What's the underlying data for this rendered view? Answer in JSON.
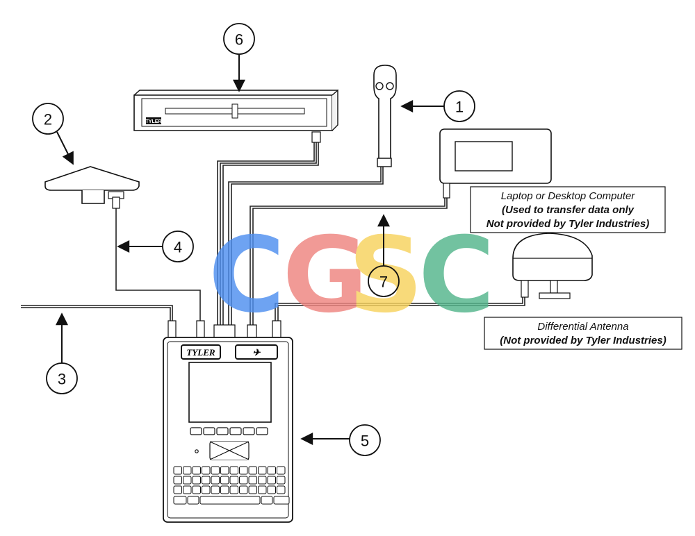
{
  "callouts": {
    "c1": "1",
    "c2": "2",
    "c3": "3",
    "c4": "4",
    "c5": "5",
    "c6": "6",
    "c7": "7"
  },
  "labels": {
    "computer": {
      "line1": "Laptop or Desktop Computer",
      "line2": "(Used to transfer data only",
      "line3": "Not provided by Tyler Industries)"
    },
    "antenna": {
      "line1": "Differential Antenna",
      "line2": "(Not provided by Tyler Industries)"
    }
  },
  "console": {
    "brand_left": "TYLER",
    "brand_right": "✈",
    "lightbar_tag": "TYLER"
  },
  "watermark": {
    "letters": [
      "C",
      "G",
      "S",
      "C"
    ],
    "colors": [
      "#4f8ff0",
      "#ee8580",
      "#f7d25e",
      "#54b58c"
    ]
  }
}
